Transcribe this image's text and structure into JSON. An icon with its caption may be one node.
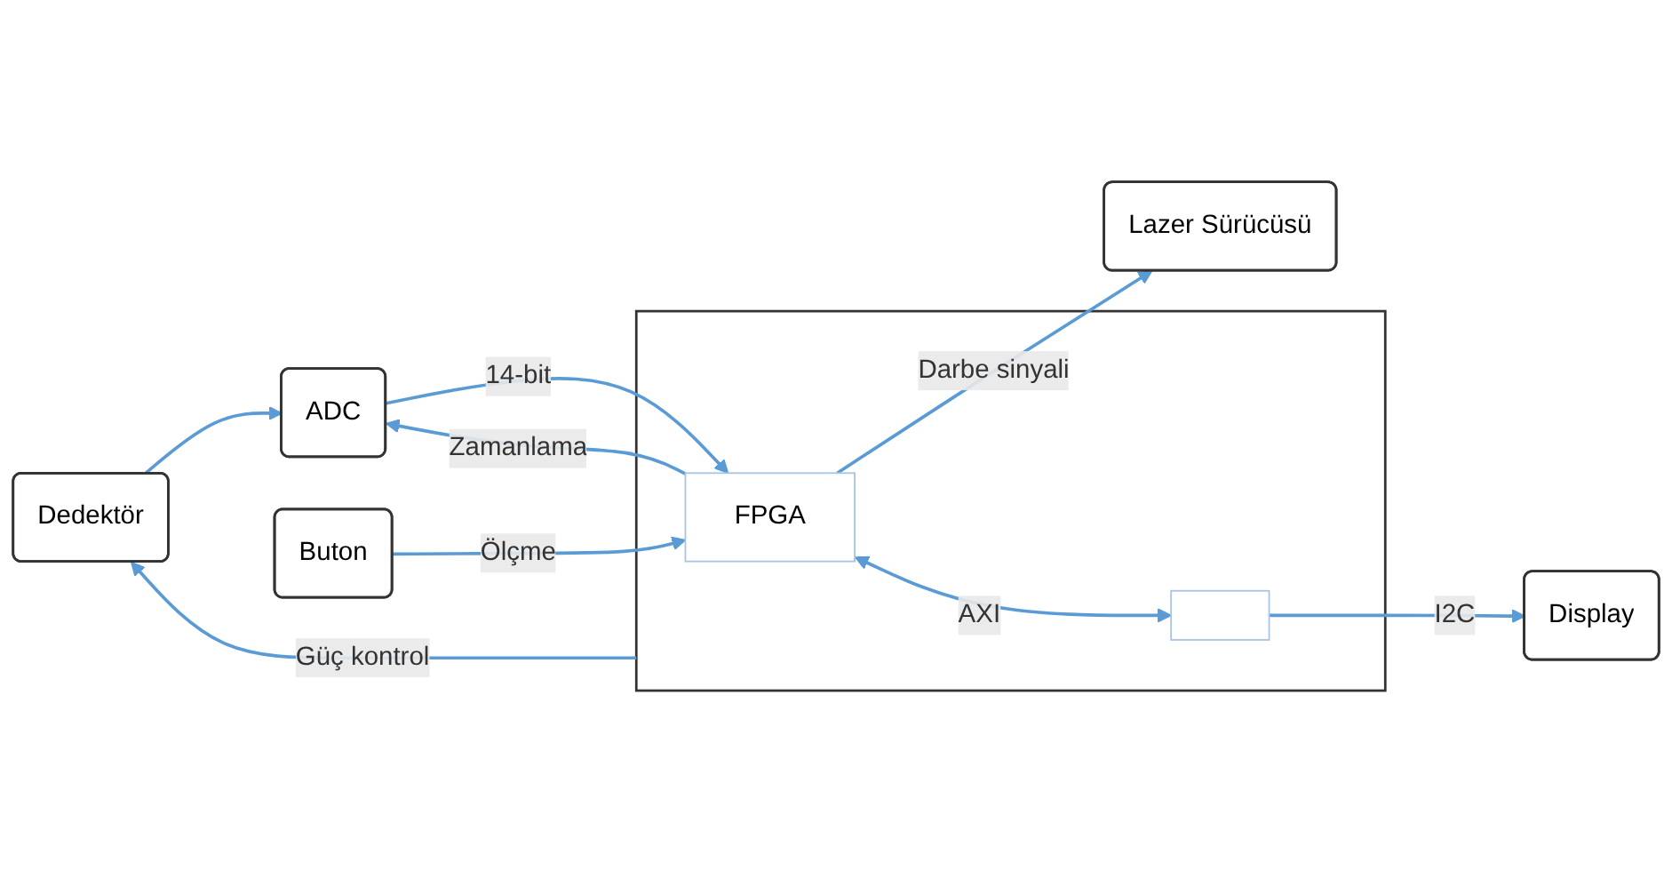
{
  "diagram": {
    "nodes": [
      {
        "text": [
          "Dedektör"
        ]
      },
      {
        "text": [
          "ADC"
        ]
      },
      {
        "text": [
          "Buton"
        ]
      },
      {
        "text": [
          "Lazer Sürücüsü"
        ]
      },
      {
        "text": [],
        "shape": "box"
      },
      {
        "text": [
          "FPGA"
        ],
        "in": 4
      },
      {
        "text": [],
        "shape": "box",
        "in": 4
      },
      {
        "text": [
          "Display"
        ]
      }
    ],
    "edges": [
      {
        "from": 4,
        "to": 0,
        "arrow": "to",
        "label": "Güç kontrol"
      },
      {
        "from": 0,
        "to": 1,
        "arrow": "to"
      },
      {
        "from": 1,
        "to": 5,
        "arrow": "to",
        "label": "14-bit"
      },
      {
        "from": 5,
        "to": 1,
        "arrow": "to",
        "label": "Zamanlama"
      },
      {
        "from": 2,
        "to": 5,
        "arrow": "to",
        "label": "Ölçme"
      },
      {
        "from": 5,
        "to": 3,
        "arrow": "to",
        "label": "Darbe sinyali"
      },
      {
        "from": 5,
        "to": 6,
        "arrow": "both",
        "label": "AXI"
      },
      {
        "from": 6,
        "to": 7,
        "arrow": "to",
        "label": "I2C"
      }
    ]
  }
}
